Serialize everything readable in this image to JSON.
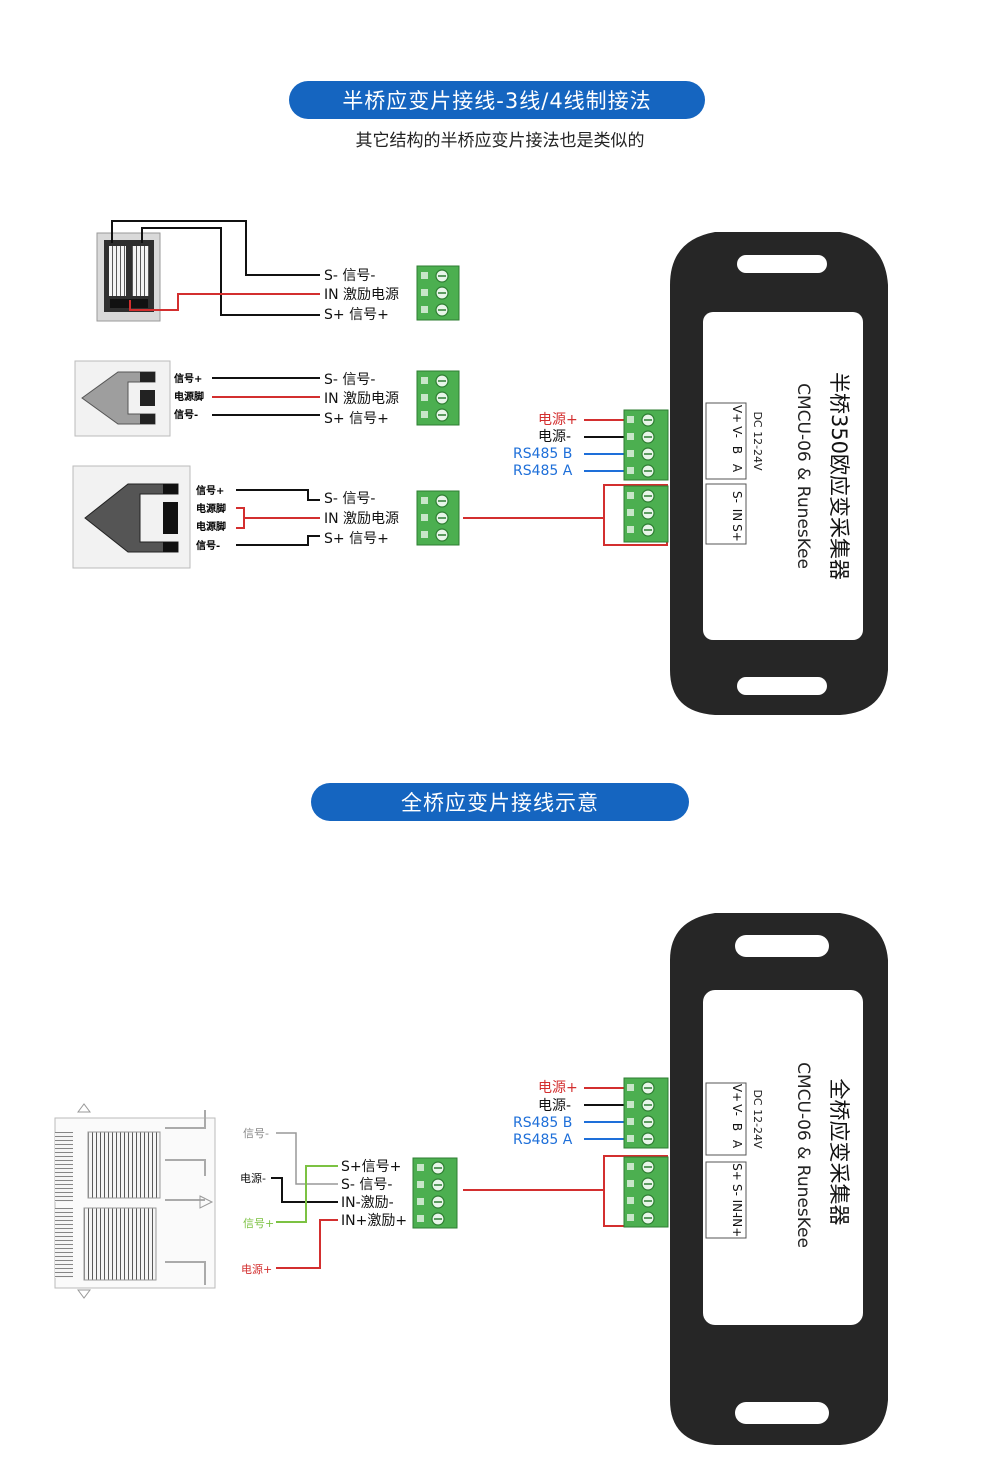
{
  "section1": {
    "title": "半桥应变片接线-3线/4线制接法",
    "subtitle": "其它结构的半桥应变片接法也是类似的",
    "terminal_labels": [
      "S- 信号-",
      "IN 激励电源",
      "S+ 信号+"
    ],
    "gauge2_pins": [
      "信号+",
      "电源脚",
      "信号-"
    ],
    "gauge3_pins": [
      "信号+",
      "电源脚",
      "电源脚",
      "信号-"
    ],
    "device": {
      "title": "半桥350欧应变采集器",
      "model": "CMCU-06 & RunesKee",
      "voltage": "DC 12-24V",
      "top_pins": [
        "V+",
        "V-",
        "B",
        "A"
      ],
      "bottom_pins": [
        "S-",
        "IN",
        "S+"
      ]
    }
  },
  "power_labels": {
    "pwr_pos": "电源+",
    "pwr_neg": "电源-",
    "rs485_b": "RS485 B",
    "rs485_a": "RS485 A"
  },
  "section2": {
    "title": "全桥应变片接线示意",
    "gauge_labels": [
      "信号-",
      "电源-",
      "信号+",
      "电源+"
    ],
    "terminal_labels": [
      "S+信号+",
      "S- 信号-",
      "IN-激励-",
      "IN+激励+"
    ],
    "device": {
      "title": "全桥应变采集器",
      "model": "CMCU-06 & RunesKee",
      "voltage": "DC 12-24V",
      "top_pins": [
        "V+",
        "V-",
        "B",
        "A"
      ],
      "bottom_pins": [
        "S+",
        "S-",
        "IN-",
        "IN+"
      ]
    }
  },
  "colors": {
    "pill": "#1565c0",
    "red_wire": "#d32f2f",
    "blue_wire": "#1e6fd9",
    "green_wire": "#7cc243",
    "terminal": "#4caf50",
    "device": "#262626"
  }
}
